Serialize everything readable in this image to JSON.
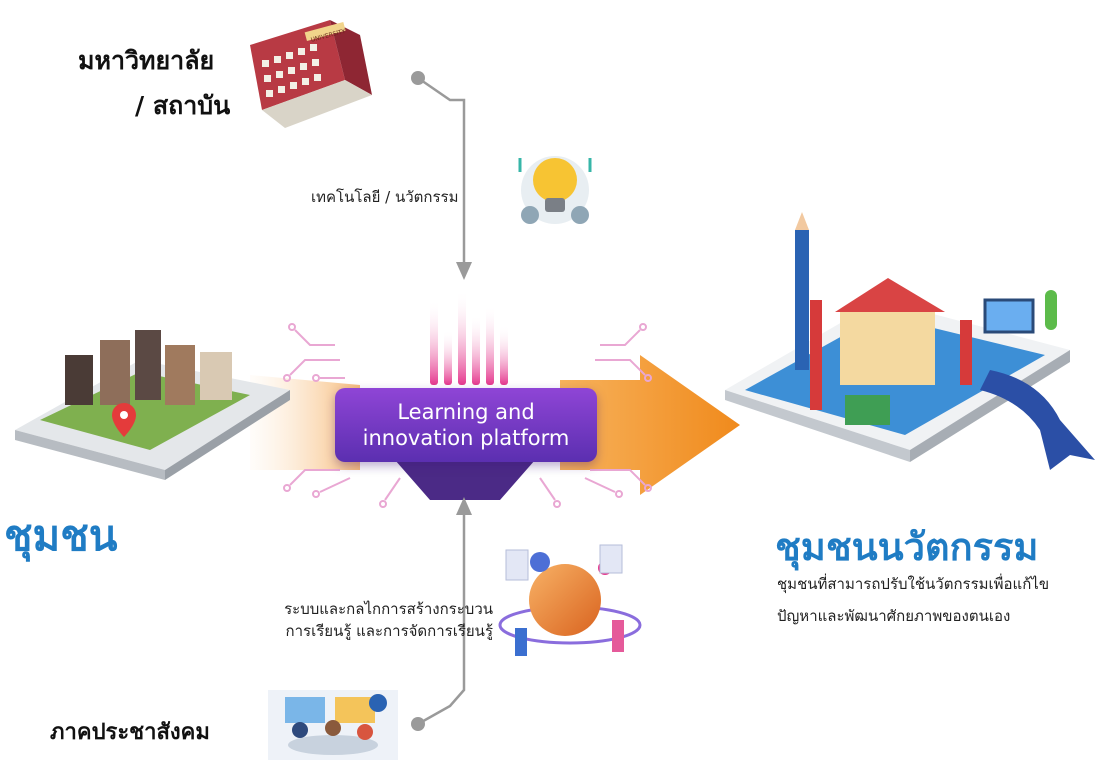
{
  "top_actor": {
    "line1": "มหาวิทยาลัย",
    "line2": "/ สถาบัน"
  },
  "tech_label": "เทคโนโลยี / นวัตกรรม",
  "left_title": "ชุมชน",
  "platform_label": {
    "line1": "Learning and",
    "line2": "innovation platform"
  },
  "right_title": "ชุมชนนวัตกรรม",
  "right_description": {
    "line1": "ชุมชนที่สามารถปรับใช้นวัตกรรมเพื่อแก้ไข",
    "line2": "ปัญหาและพัฒนาศักยภาพของตนเอง"
  },
  "mechanism_label": {
    "line1": "ระบบและกลไกการสร้างกระบวน",
    "line2": "การเรียนรู้ และการจัดการเรียนรู้"
  },
  "bottom_actor": "ภาคประชาสังคม",
  "building_sign": "UNIVERSITY",
  "colors": {
    "blue_title": "#1f7cc4",
    "orange_arrow": "#f39a2b",
    "purple": "#7a3cc8",
    "pink": "#e23d8f",
    "building_red": "#b83a44"
  }
}
